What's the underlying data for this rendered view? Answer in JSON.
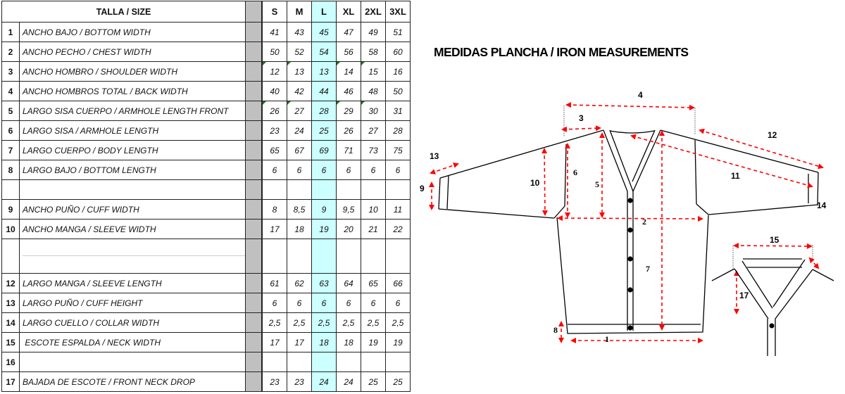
{
  "table": {
    "header": {
      "title": "TALLA / SIZE",
      "sizes": [
        "S",
        "M",
        "L",
        "XL",
        "2XL",
        "3XL"
      ]
    },
    "highlight_column": "L",
    "highlight_color": "#ccffff",
    "rows": [
      {
        "num": "1",
        "label": "ANCHO BAJO / BOTTOM WIDTH",
        "values": [
          "41",
          "43",
          "45",
          "47",
          "49",
          "51"
        ]
      },
      {
        "num": "2",
        "label": "ANCHO PECHO / CHEST WIDTH",
        "values": [
          "50",
          "52",
          "54",
          "56",
          "58",
          "60"
        ]
      },
      {
        "num": "3",
        "label": "ANCHO HOMBRO / SHOULDER WIDTH",
        "values": [
          "12",
          "13",
          "13",
          "14",
          "15",
          "16"
        ]
      },
      {
        "num": "4",
        "label": "ANCHO HOMBROS TOTAL / BACK WIDTH",
        "values": [
          "40",
          "42",
          "44",
          "46",
          "48",
          "50"
        ]
      },
      {
        "num": "5",
        "label": "LARGO SISA CUERPO / ARMHOLE LENGTH FRONT",
        "values": [
          "26",
          "27",
          "28",
          "29",
          "30",
          "31"
        ]
      },
      {
        "num": "6",
        "label": "LARGO SISA / ARMHOLE LENGTH",
        "values": [
          "23",
          "24",
          "25",
          "26",
          "27",
          "28"
        ]
      },
      {
        "num": "7",
        "label": "LARGO CUERPO / BODY LENGTH",
        "values": [
          "65",
          "67",
          "69",
          "71",
          "73",
          "75"
        ]
      },
      {
        "num": "8",
        "label": "LARGO BAJO / BOTTOM LENGTH",
        "values": [
          "6",
          "6",
          "6",
          "6",
          "6",
          "6"
        ]
      },
      {
        "num": "",
        "label": "",
        "values": [
          "",
          "",
          "",
          "",
          "",
          ""
        ]
      },
      {
        "num": "9",
        "label": "ANCHO PUÑO / CUFF WIDTH",
        "values": [
          "8",
          "8,5",
          "9",
          "9,5",
          "10",
          "11"
        ]
      },
      {
        "num": "10",
        "label": "ANCHO  MANGA /  SLEEVE WIDTH",
        "values": [
          "17",
          "18",
          "19",
          "20",
          "21",
          "22"
        ]
      },
      {
        "num": "",
        "label": "",
        "values": [
          "",
          "",
          "",
          "",
          "",
          ""
        ]
      },
      {
        "num": "12",
        "label": "LARGO MANGA / SLEEVE LENGTH",
        "values": [
          "61",
          "62",
          "63",
          "64",
          "65",
          "66"
        ]
      },
      {
        "num": "13",
        "label": "LARGO PUÑO / CUFF HEIGHT",
        "values": [
          "6",
          "6",
          "6",
          "6",
          "6",
          "6"
        ]
      },
      {
        "num": "14",
        "label": "LARGO CUELLO / COLLAR WIDTH",
        "values": [
          "2,5",
          "2,5",
          "2,5",
          "2,5",
          "2,5",
          "2,5"
        ]
      },
      {
        "num": "15",
        "label": " ESCOTE ESPALDA / NECK WIDTH",
        "values": [
          "17",
          "17",
          "18",
          "18",
          "19",
          "19"
        ]
      },
      {
        "num": "16",
        "label": "",
        "values": [
          "",
          "",
          "",
          "",
          "",
          ""
        ]
      },
      {
        "num": "17",
        "label": "BAJADA DE ESCOTE / FRONT NECK DROP",
        "values": [
          "23",
          "23",
          "24",
          "24",
          "25",
          "25"
        ]
      }
    ]
  },
  "diagram": {
    "title": "MEDIDAS PLANCHA / IRON MEASUREMENTS",
    "arrow_color": "#ff0000",
    "labels": {
      "m1": "1",
      "m2": "2",
      "m3": "3",
      "m4": "4",
      "m5": "5",
      "m6": "6",
      "m7": "7",
      "m8": "8",
      "m9": "9",
      "m10": "10",
      "m11": "11",
      "m12": "12",
      "m13": "13",
      "m14": "14",
      "m15": "15",
      "m17": "17"
    }
  }
}
